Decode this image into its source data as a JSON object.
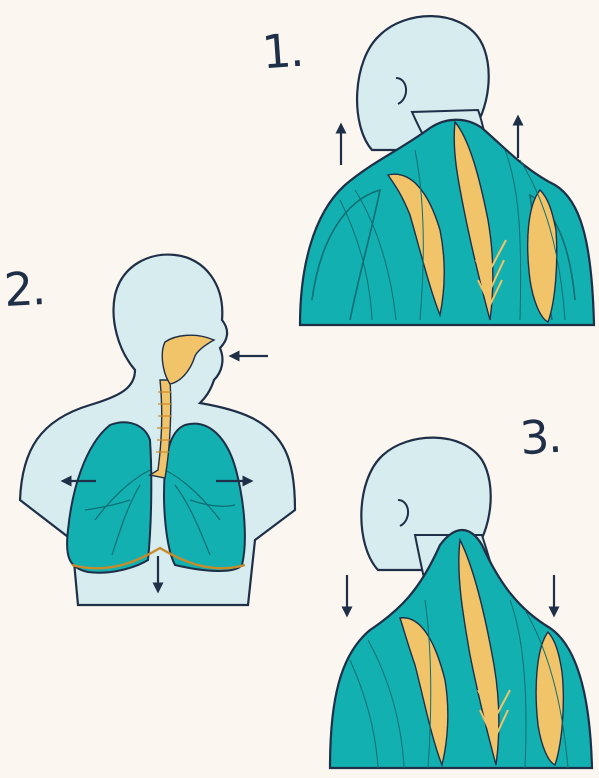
{
  "steps": [
    {
      "label": "1."
    },
    {
      "label": "2."
    },
    {
      "label": "3."
    }
  ],
  "colors": {
    "background": "#fbf7f0",
    "skin": "#d7ecee",
    "muscle": "#12b0b0",
    "muscle_dark": "#0e8f93",
    "tendon": "#f2c46a",
    "outline": "#1f2f48"
  },
  "icons": {
    "up_arrow": "arrow-up-icon",
    "down_arrow": "arrow-down-icon",
    "left_arrow": "arrow-left-icon",
    "right_arrow": "arrow-right-icon"
  }
}
